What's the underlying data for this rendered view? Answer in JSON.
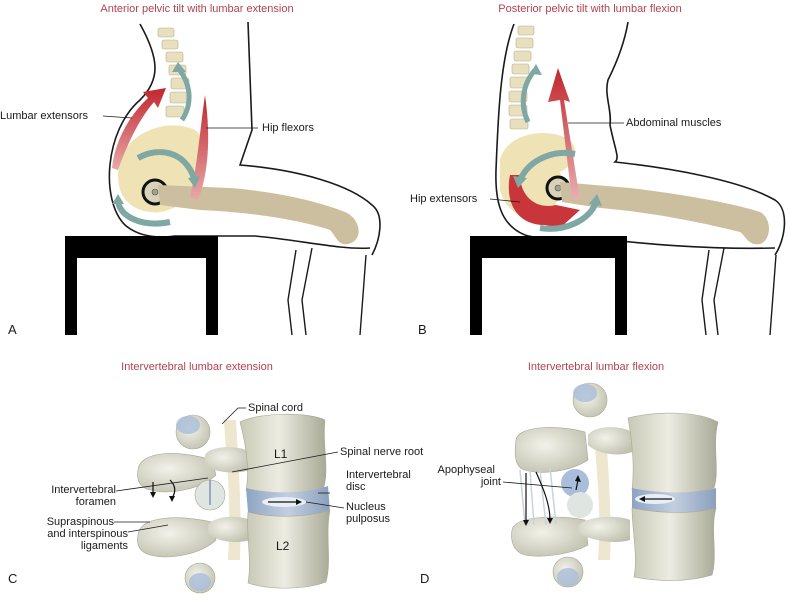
{
  "colors": {
    "title": "#b2424f",
    "bone": "#ece3bf",
    "femur": "#cbbf9f",
    "muscle": "#c8353a",
    "rotation_arrow": "#7fa7a4",
    "vertebra": "#dcdccd",
    "disc": "#9fb3cf",
    "outline": "#1a1a1a"
  },
  "panels": {
    "a": {
      "letter": "A",
      "title": "Anterior pelvic tilt with lumbar extension",
      "labels": {
        "lumbar_extensors": "Lumbar extensors",
        "hip_flexors": "Hip flexors"
      }
    },
    "b": {
      "letter": "B",
      "title": "Posterior pelvic tilt with lumbar flexion",
      "labels": {
        "abdominal_muscles": "Abdominal muscles",
        "hip_extensors": "Hip extensors"
      }
    },
    "c": {
      "letter": "C",
      "title": "Intervertebral lumbar extension",
      "labels": {
        "spinal_cord": "Spinal cord",
        "l1": "L1",
        "l2": "L2",
        "spinal_nerve_root": "Spinal nerve root",
        "intervertebral_foramen_1": "Intervertebral",
        "intervertebral_foramen_2": "foramen",
        "intervertebral_disc_1": "Intervertebral",
        "intervertebral_disc_2": "disc",
        "nucleus_pulposus_1": "Nucleus",
        "nucleus_pulposus_2": "pulposus",
        "ligaments_1": "Supraspinous",
        "ligaments_2": "and interspinous",
        "ligaments_3": "ligaments"
      }
    },
    "d": {
      "letter": "D",
      "title": "Intervertebral lumbar flexion",
      "labels": {
        "apophyseal_joint_1": "Apophyseal",
        "apophyseal_joint_2": "joint"
      }
    }
  }
}
